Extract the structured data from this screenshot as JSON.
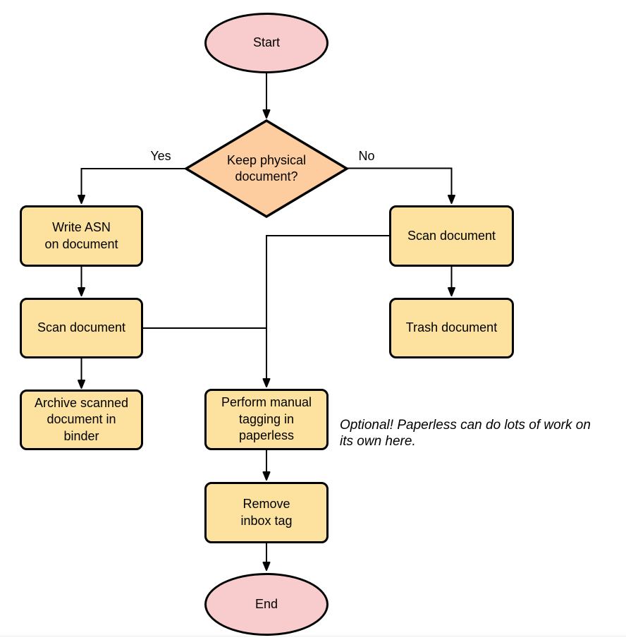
{
  "colors": {
    "terminal_fill": "#f8cccd",
    "decision_fill": "#fdcd9f",
    "process_fill": "#fce29e",
    "border": "#000000"
  },
  "nodes": {
    "start": {
      "label": "Start"
    },
    "decision": {
      "label": "Keep physical\ndocument?"
    },
    "write_asn": {
      "label": "Write ASN\non document"
    },
    "scan_left": {
      "label": "Scan document"
    },
    "archive": {
      "label": "Archive scanned\ndocument in\nbinder"
    },
    "scan_right": {
      "label": "Scan document"
    },
    "trash": {
      "label": "Trash document"
    },
    "tagging": {
      "label": "Perform manual\ntagging in\npaperless"
    },
    "remove_inbox": {
      "label": "Remove\ninbox tag"
    },
    "end": {
      "label": "End"
    }
  },
  "edge_labels": {
    "yes": "Yes",
    "no": "No"
  },
  "note": {
    "text": "Optional! Paperless can do lots of work on\nits own here."
  }
}
